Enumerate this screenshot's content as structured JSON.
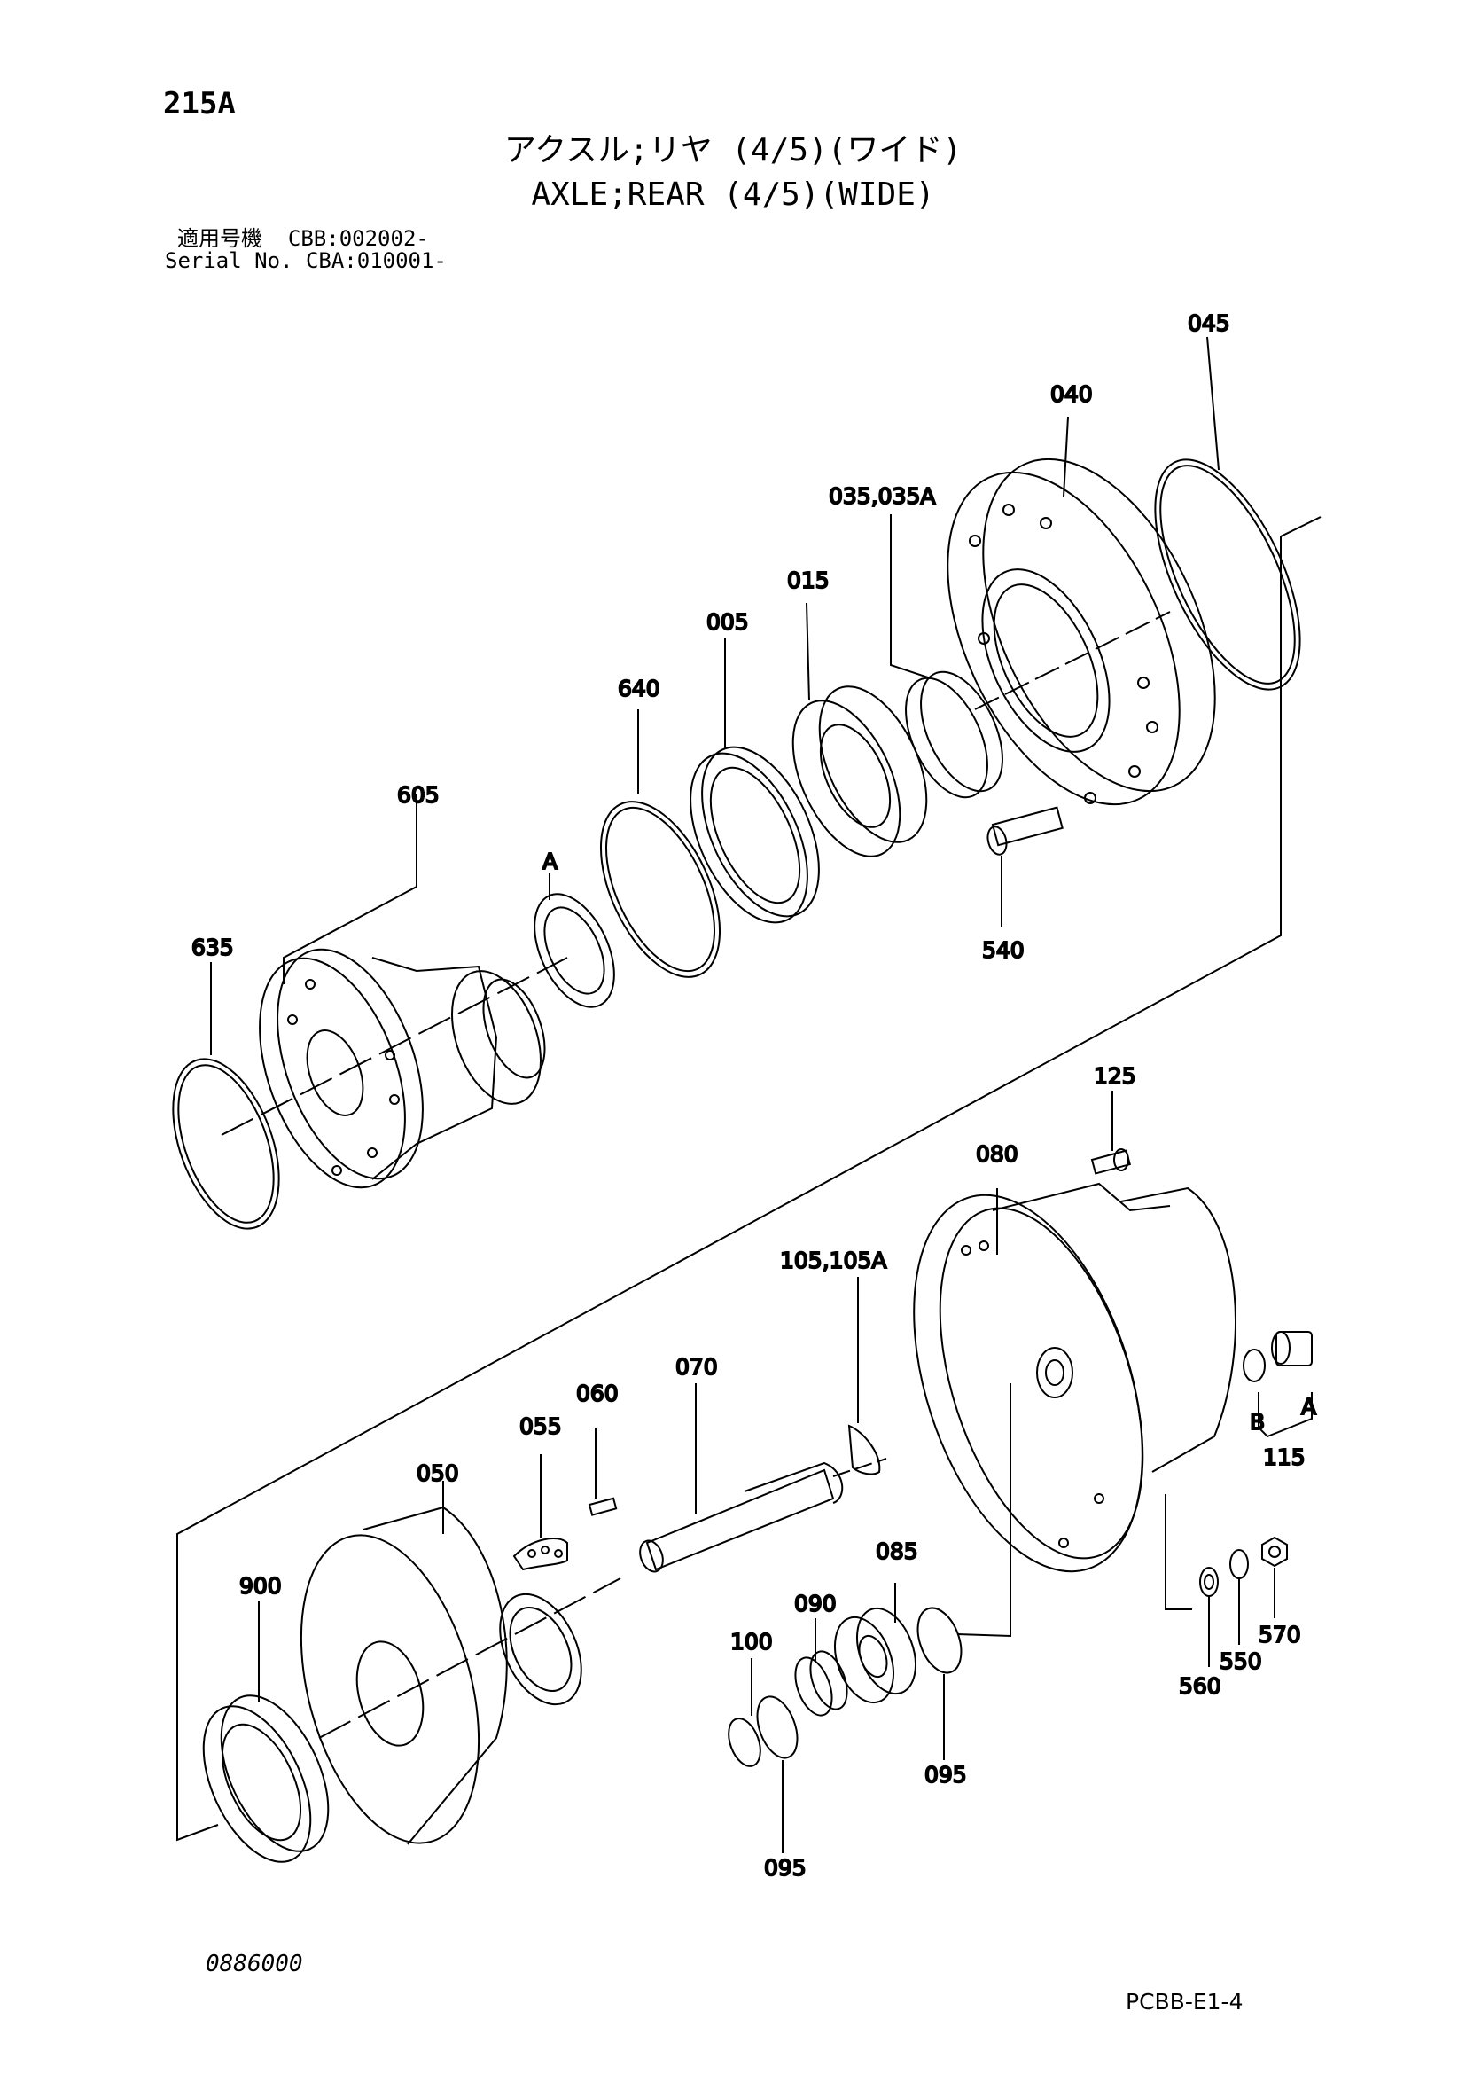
{
  "page_id": "215A",
  "title_jp": "アクスル;リヤ (4/5)(ワイド)",
  "title_en": "AXLE;REAR (4/5)(WIDE)",
  "serial_line_1": "適用号機  CBB:002002-",
  "serial_line_2": "Serial No. CBA:010001-",
  "footer_left": "0886000",
  "footer_right": "PCBB-E1-4",
  "labels": {
    "p045": "045",
    "p040": "040",
    "p035": "035,035A",
    "p015": "015",
    "p005": "005",
    "p640": "640",
    "p605": "605",
    "pA1": "A",
    "p635": "635",
    "p540": "540",
    "p125": "125",
    "p080": "080",
    "p105": "105,105A",
    "p070": "070",
    "p060": "060",
    "p055": "055",
    "p050": "050",
    "p900": "900",
    "p090": "090",
    "p085": "085",
    "p100": "100",
    "p095a": "095",
    "p095b": "095",
    "pA2": "A",
    "pB": "B",
    "p115": "115",
    "p560": "560",
    "p550": "550",
    "p570": "570"
  }
}
